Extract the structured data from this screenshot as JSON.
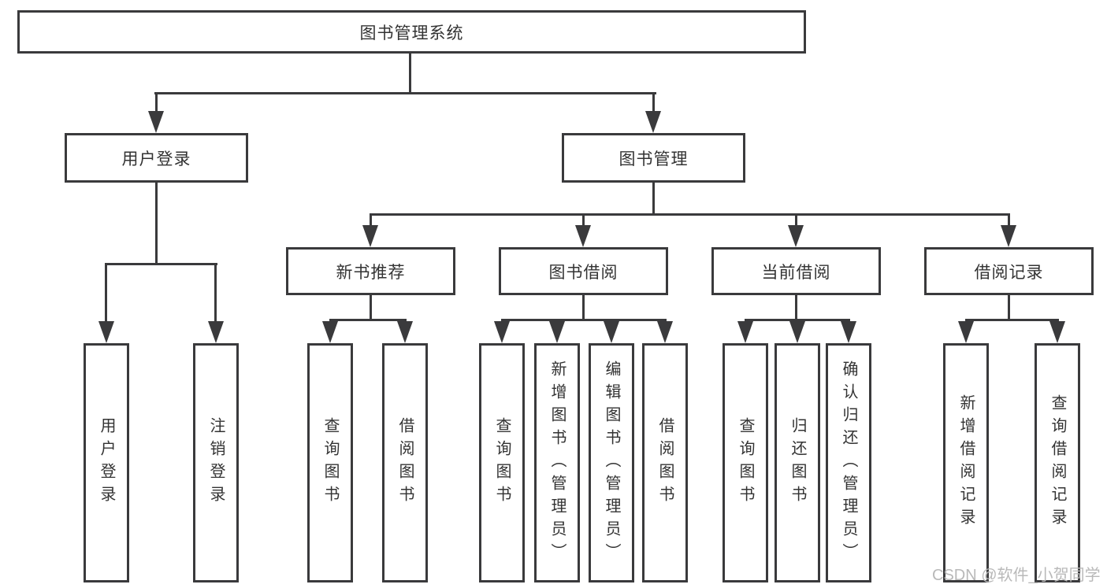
{
  "tree": {
    "root": {
      "label": "图书管理系统"
    },
    "branches": [
      {
        "label": "用户登录",
        "children": [
          {
            "label": "用户登录"
          },
          {
            "label": "注销登录"
          }
        ]
      },
      {
        "label": "图书管理",
        "children": [
          {
            "label": "新书推荐",
            "children": [
              {
                "label": "查询图书"
              },
              {
                "label": "借阅图书"
              }
            ]
          },
          {
            "label": "图书借阅",
            "children": [
              {
                "label": "查询图书"
              },
              {
                "label": "新增图书（管理员）"
              },
              {
                "label": "编辑图书（管理员）"
              },
              {
                "label": "借阅图书"
              }
            ]
          },
          {
            "label": "当前借阅",
            "children": [
              {
                "label": "查询图书"
              },
              {
                "label": "归还图书"
              },
              {
                "label": "确认归还（管理员）"
              }
            ]
          },
          {
            "label": "借阅记录",
            "children": [
              {
                "label": "新增借阅记录"
              },
              {
                "label": "查询借阅记录"
              }
            ]
          }
        ]
      }
    ]
  },
  "watermark": {
    "text": "CSDN @软件_小贺同学"
  },
  "colors": {
    "line": "#3a3a3c",
    "text": "#333333",
    "box_bg": "#ffffff",
    "watermark": "#b9b9b9",
    "page_bg": "#ffffff"
  }
}
